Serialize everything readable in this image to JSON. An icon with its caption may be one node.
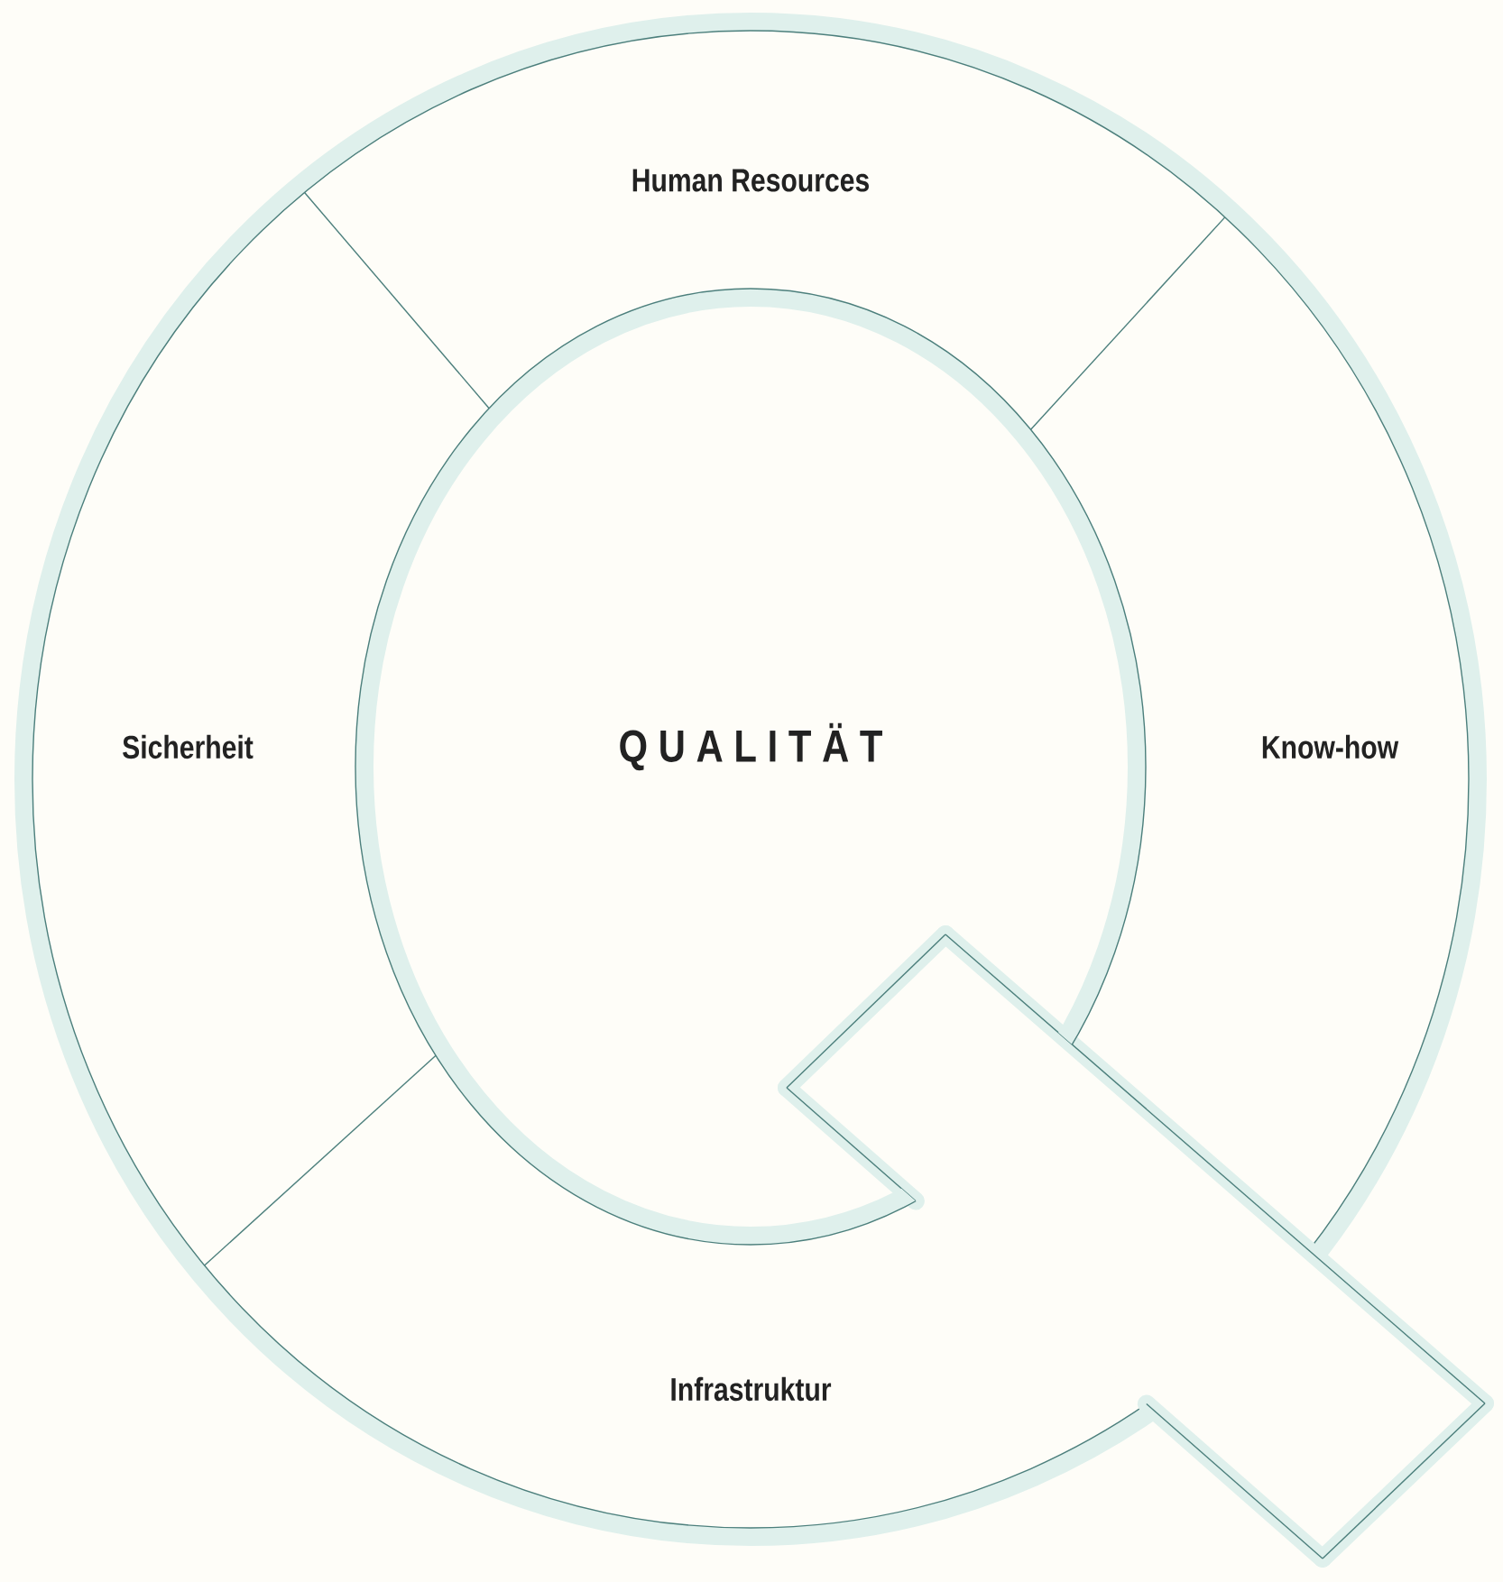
{
  "diagram": {
    "nodes": [
      {
        "text": [
          "Human Resources"
        ]
      },
      {
        "text": [
          "Sicherheit"
        ]
      },
      {
        "text": [
          "Q U A L I T Ä T"
        ]
      },
      {
        "text": [
          "Know-how"
        ]
      },
      {
        "text": [
          "Infrastruktur"
        ]
      }
    ]
  }
}
